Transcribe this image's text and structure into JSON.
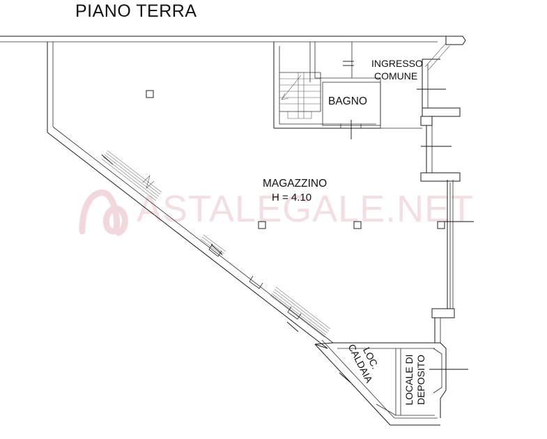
{
  "document": {
    "type": "floor-plan",
    "title": "PIANO TERRA",
    "language": "it"
  },
  "rooms": [
    {
      "id": "magazzino",
      "label": "MAGAZZINO",
      "height_label": "H = 4.10",
      "height_value": "4.10"
    },
    {
      "id": "bagno",
      "label": "BAGNO"
    },
    {
      "id": "ingresso-comune",
      "label_line1": "INGRESSO",
      "label_line2": "COMUNE"
    },
    {
      "id": "loc-caldaia",
      "label_line1": "LOC.",
      "label_line2": "CALDAIA"
    },
    {
      "id": "locale-deposito",
      "label_line1": "LOCALE DI",
      "label_line2": "DEPOSITO"
    }
  ],
  "watermark": {
    "text": "ASTALEGALE.NET",
    "color": "#f3dfe2",
    "logo_name": "astalegale-a-logo"
  },
  "colors": {
    "wall_stroke": "#1a1a1a",
    "background": "#ffffff",
    "watermark": "#f3dfe2"
  }
}
